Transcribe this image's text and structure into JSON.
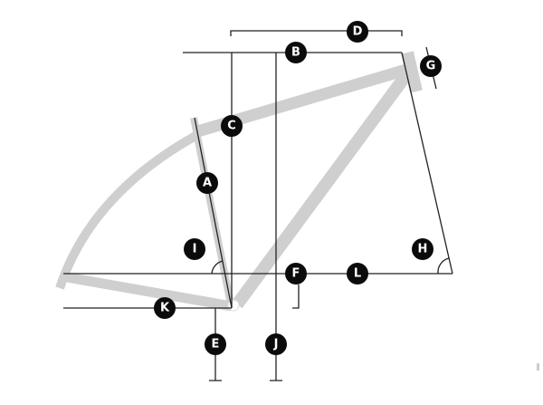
{
  "diagram": {
    "title": "Bike frame geometry",
    "labels": {
      "A": "A",
      "B": "B",
      "C": "C",
      "D": "D",
      "E": "E",
      "F": "F",
      "G": "G",
      "H": "H",
      "I": "I",
      "J": "J",
      "K": "K",
      "L": "L"
    },
    "colors": {
      "tube": "#cfcfcf",
      "line": "#222222",
      "badge": "#0b0b0b"
    }
  }
}
